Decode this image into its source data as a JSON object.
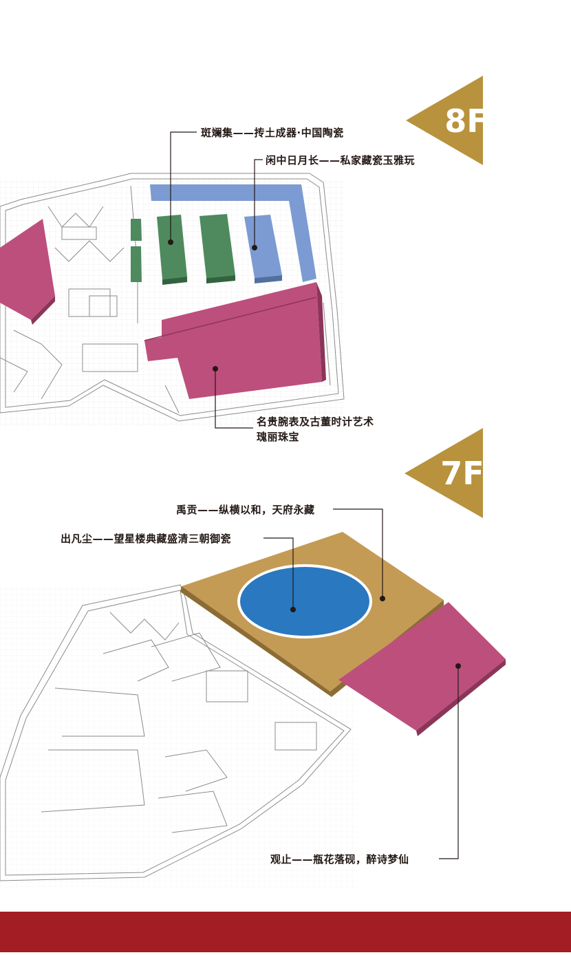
{
  "floors": [
    {
      "tag": "8F",
      "zones": {
        "green": "斑斓集——抟土成器·中国陶瓷",
        "blue": "闲中日月长——私家藏瓷玉雅玩",
        "pink_line1": "名贵腕表及古董时计艺术",
        "pink_line2": "瑰丽珠宝"
      }
    },
    {
      "tag": "7F",
      "zones": {
        "gold": "禹贡——纵横以和，天府永藏",
        "blue_circle": "出凡尘——望星楼典藏盛清三朝御瓷",
        "pink": "观止——瓶花落砚，醉诗梦仙"
      }
    }
  ],
  "colors": {
    "tag_gold": "#b8923c",
    "zone_green": "#4e8a5e",
    "zone_blue": "#7b9bd2",
    "zone_pink": "#bd4f7c",
    "zone_gold": "#c49b55",
    "zone_deep_blue": "#2a78c0",
    "footer_red": "#a31d24"
  }
}
